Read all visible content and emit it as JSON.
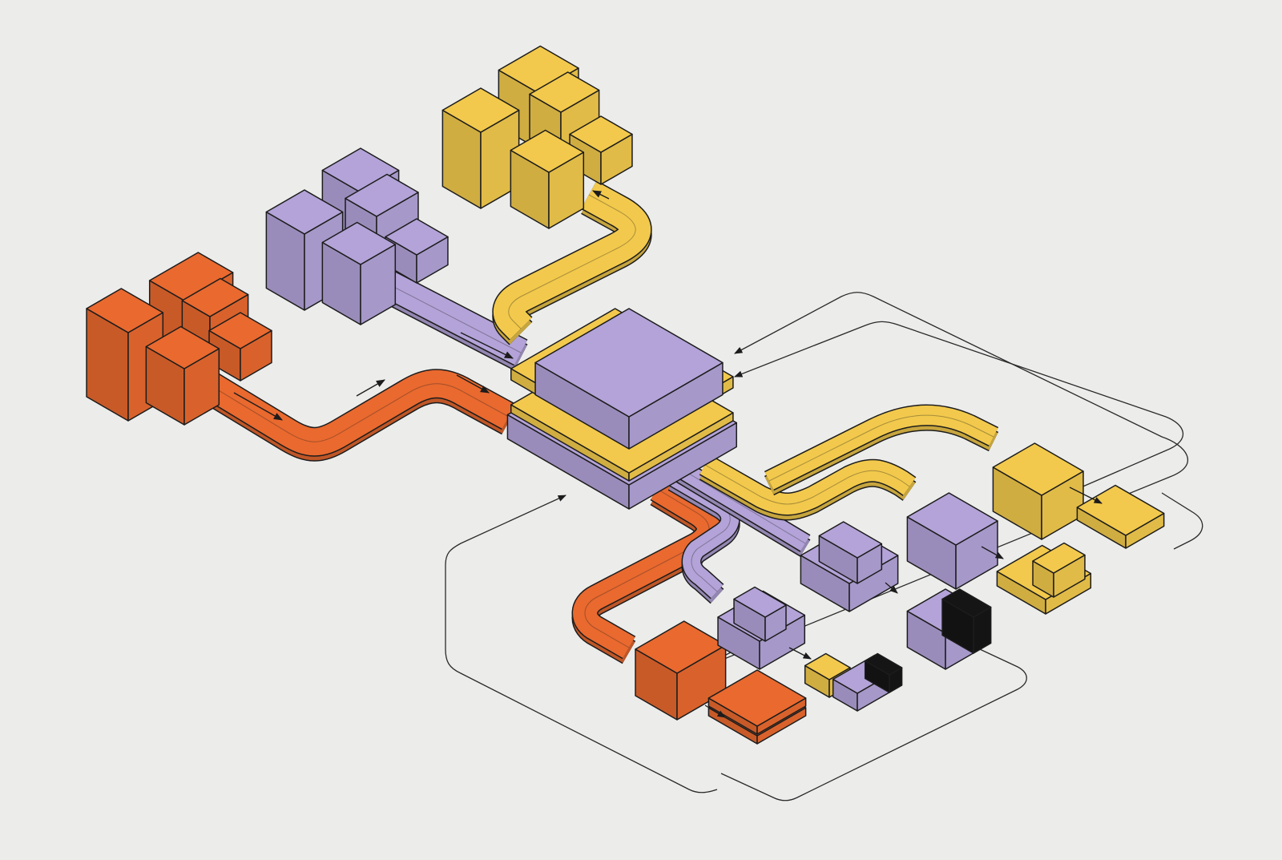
{
  "diagram": {
    "kind": "isometric-flow",
    "palette": {
      "background": "#ececeb",
      "orange": "#e9692f",
      "lavender": "#b3a3d8",
      "yellow": "#f2c94c",
      "black": "#151515",
      "outline": "#1c1c1c"
    },
    "nodes": [
      {
        "id": "orange-cluster",
        "role": "source",
        "color": "orange"
      },
      {
        "id": "lavender-cluster",
        "role": "source",
        "color": "lavender"
      },
      {
        "id": "yellow-cluster",
        "role": "sink",
        "color": "yellow"
      },
      {
        "id": "central-hub",
        "role": "hub",
        "color": "lavender"
      },
      {
        "id": "orange-cube",
        "role": "output",
        "color": "orange"
      },
      {
        "id": "orange-plate",
        "role": "output",
        "color": "orange"
      },
      {
        "id": "lavender-step-low",
        "role": "output",
        "color": "lavender"
      },
      {
        "id": "lavender-step-mid",
        "role": "output",
        "color": "lavender"
      },
      {
        "id": "lavender-cube",
        "role": "output",
        "color": "lavender"
      },
      {
        "id": "split-block",
        "role": "output",
        "color": "yellow-lavender-black"
      },
      {
        "id": "lavender-black-block",
        "role": "output",
        "color": "lavender-black"
      },
      {
        "id": "yellow-cube",
        "role": "output",
        "color": "yellow"
      },
      {
        "id": "yellow-step",
        "role": "output",
        "color": "yellow"
      },
      {
        "id": "yellow-plate",
        "role": "output",
        "color": "yellow"
      }
    ],
    "flows": [
      {
        "from": "orange-cluster",
        "to": "central-hub",
        "color": "orange"
      },
      {
        "from": "lavender-cluster",
        "to": "central-hub",
        "color": "lavender"
      },
      {
        "from": "central-hub",
        "to": "yellow-cluster",
        "color": "yellow"
      },
      {
        "from": "central-hub",
        "to": "orange-cube",
        "color": "orange"
      },
      {
        "from": "central-hub",
        "to": "lavender-step-low",
        "color": "lavender"
      },
      {
        "from": "central-hub",
        "to": "lavender-step-mid",
        "color": "lavender"
      },
      {
        "from": "central-hub",
        "to": "lavender-cube",
        "color": "yellow"
      },
      {
        "from": "central-hub",
        "to": "yellow-cube",
        "color": "yellow"
      }
    ],
    "feedback_lines": 2
  }
}
